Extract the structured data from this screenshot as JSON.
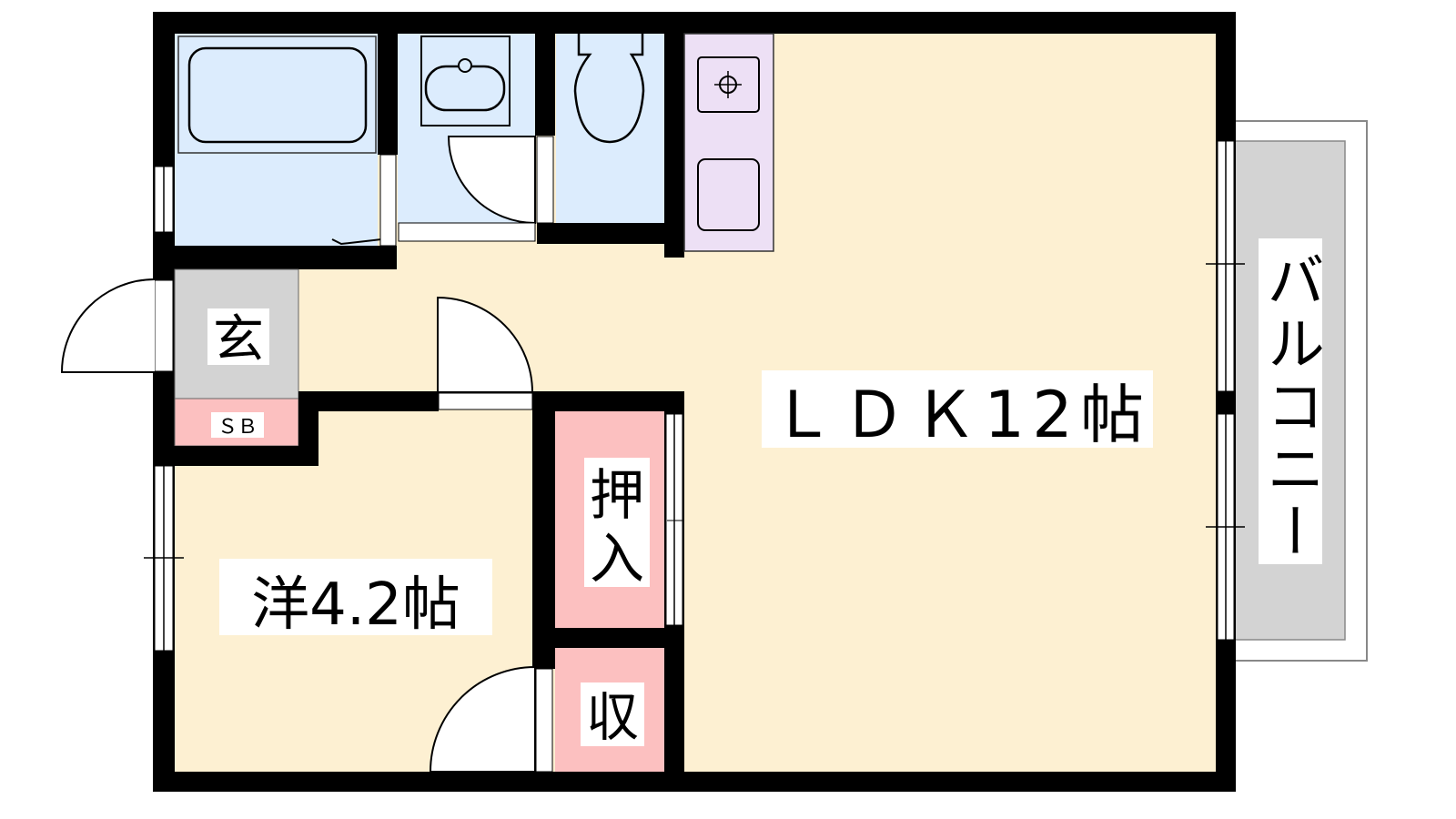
{
  "floorplan": {
    "rooms": {
      "ldk": "ＬＤＫ12帖",
      "western": "洋4.2帖",
      "entrance": "玄",
      "shoebox": "ＳＢ",
      "closet": "押入",
      "storage": "収",
      "balcony": "バルコニー"
    },
    "colors": {
      "wall": "#000000",
      "ldk_floor": "#fdf0d2",
      "wet_area": "#dcecfd",
      "kitchen": "#ede0f5",
      "entrance": "#d3d3d3",
      "storage": "#fcc0c0",
      "balcony": "#d3d3d3"
    }
  }
}
